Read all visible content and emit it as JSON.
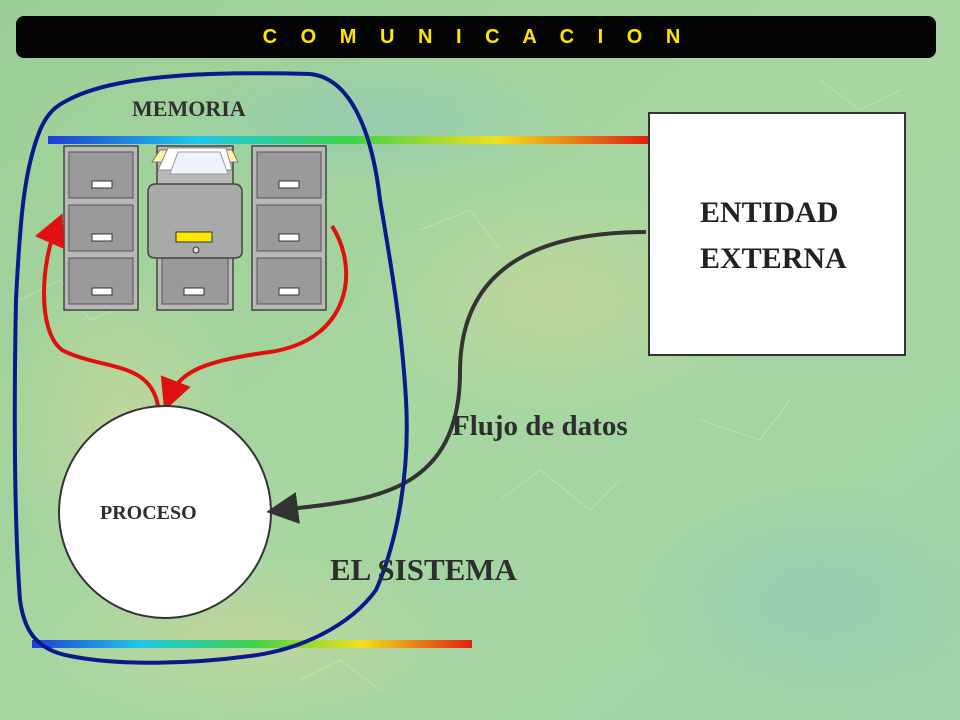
{
  "slide": {
    "title": "C O M U N I C A C I O N",
    "memoria_label": "MEMORIA",
    "entidad_line1": "ENTIDAD",
    "entidad_line2": "EXTERNA",
    "flujo_label": "Flujo de datos",
    "proceso_label": "PROCESO",
    "sistema_label": "EL SISTEMA"
  },
  "colors": {
    "title_bar": "#050505",
    "title_text": "#ffe600",
    "system_boundary": "#0a1a8c",
    "memory_arrows": "#e01010",
    "data_flow_arrow": "#333333",
    "background": "#a3d49a"
  },
  "icons": {
    "storage": "filing-cabinets-icon"
  }
}
